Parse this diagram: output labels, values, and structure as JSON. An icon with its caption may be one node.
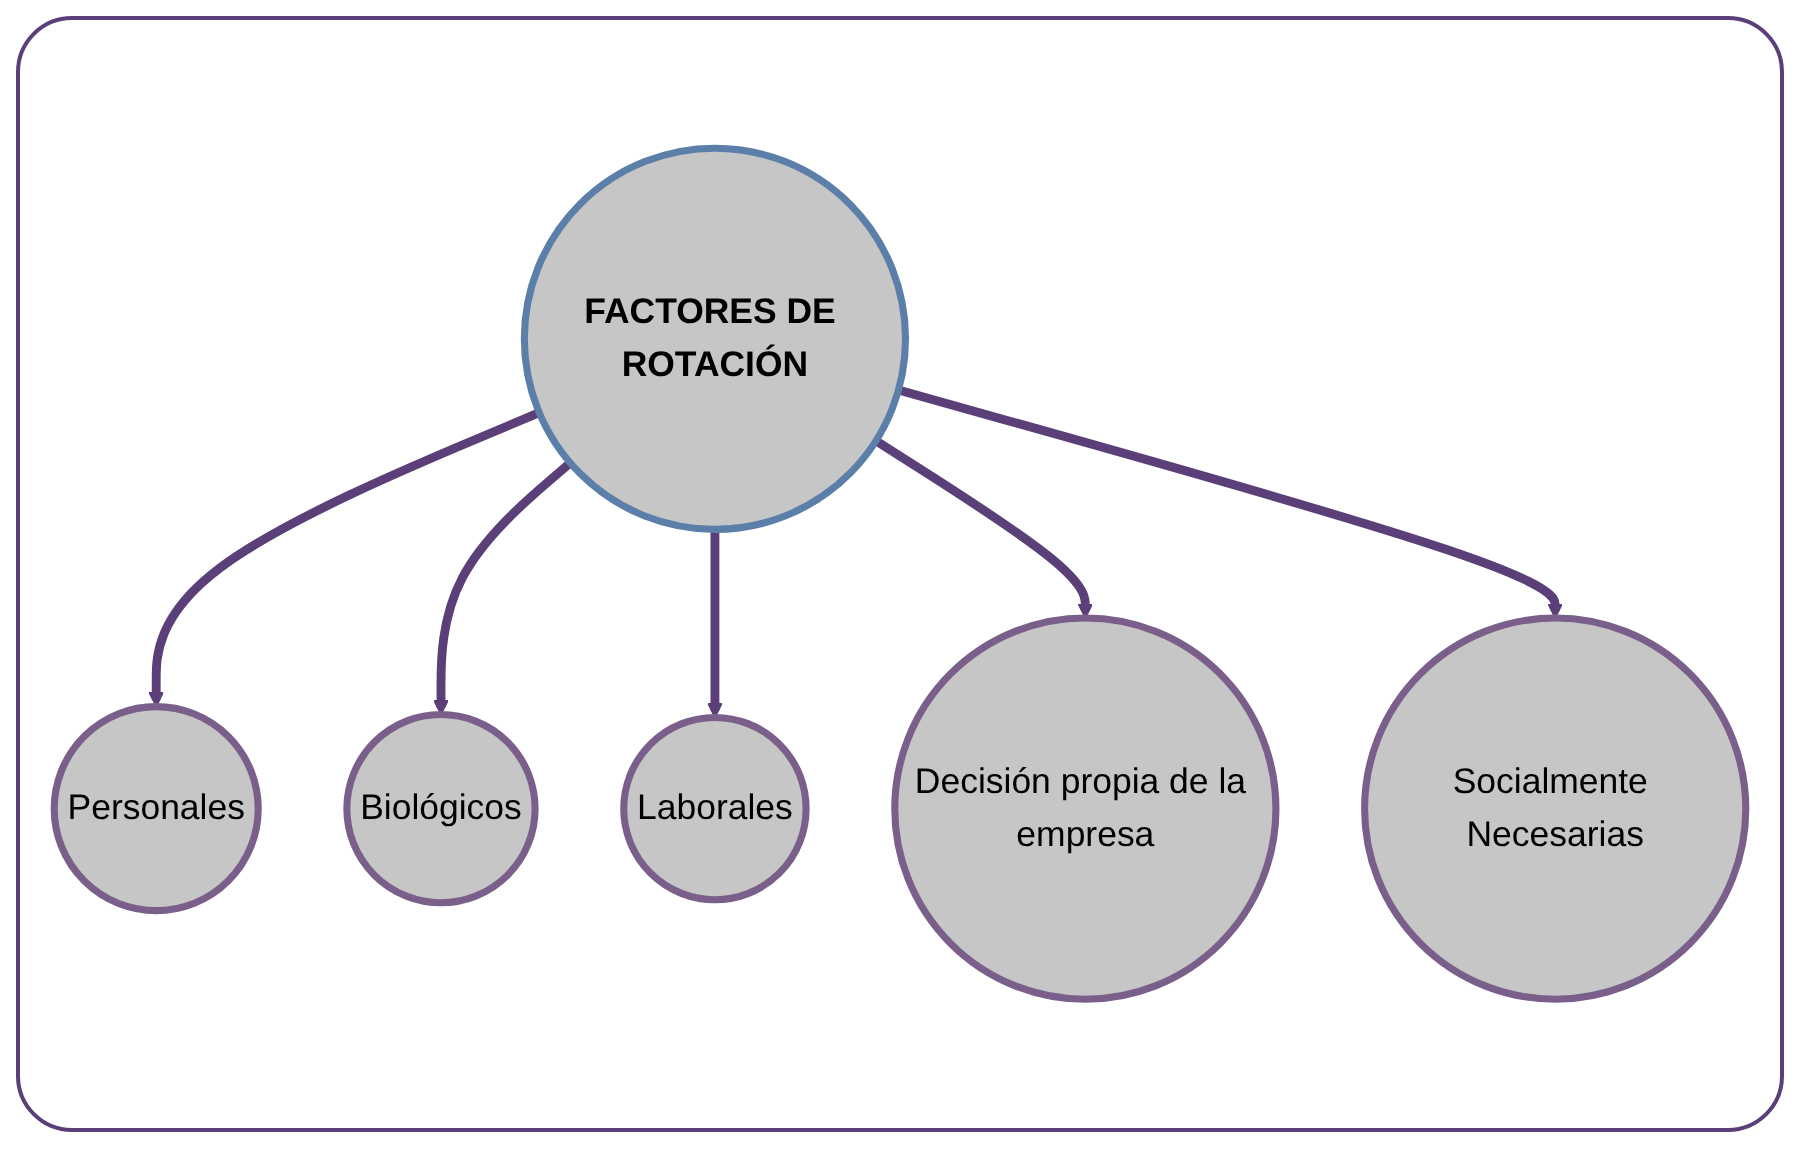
{
  "diagram": {
    "nodes": [
      {
        "text": [
          "FACTORES DE ROTACIÓN"
        ]
      },
      {
        "text": [
          "Personales"
        ]
      },
      {
        "text": [
          "Biológicos"
        ]
      },
      {
        "text": [
          "Laborales"
        ]
      },
      {
        "text": [
          "Decisión propia de la empresa"
        ]
      },
      {
        "text": [
          "Socialmente Necesarias"
        ]
      }
    ],
    "edges": [
      {
        "from": 0,
        "to": 1,
        "arrow": "to"
      },
      {
        "from": 0,
        "to": 2,
        "arrow": "to"
      },
      {
        "from": 0,
        "to": 3,
        "arrow": "to"
      },
      {
        "from": 0,
        "to": 4,
        "arrow": "to"
      },
      {
        "from": 0,
        "to": 5,
        "arrow": "to"
      }
    ]
  }
}
